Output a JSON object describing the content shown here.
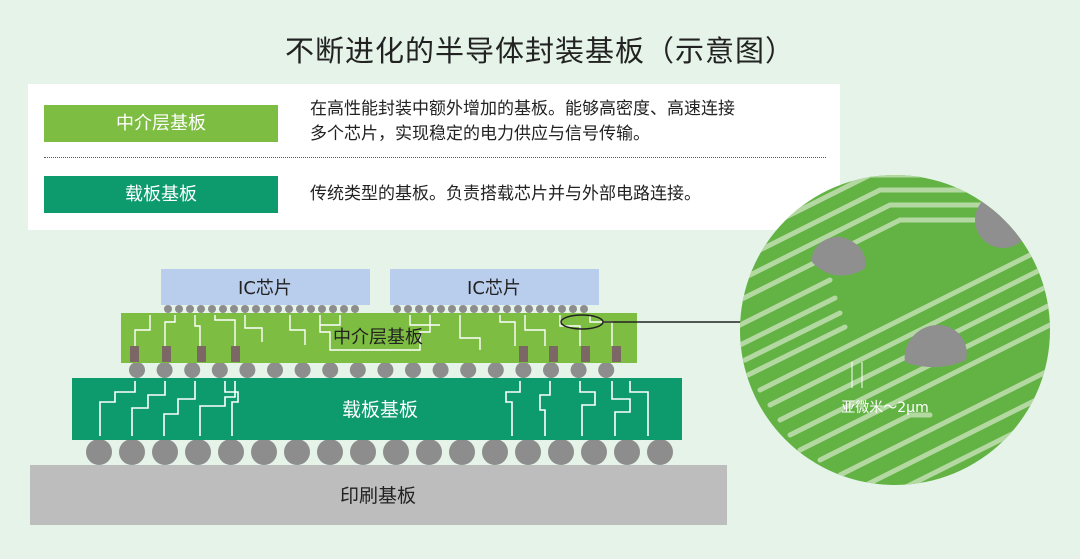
{
  "title": "不断进化的半导体封装基板（示意图）",
  "legend": [
    {
      "label": "中介层基板",
      "desc_line1": "在高性能封装中额外增加的基板。能够高密度、高速连接",
      "desc_line2": "多个芯片，实现稳定的电力供应与信号传输。",
      "color": "#7dbd41"
    },
    {
      "label": "载板基板",
      "desc_line1": "传统类型的基板。负责搭载芯片并与外部电路连接。",
      "desc_line2": "",
      "color": "#0d9a6c"
    }
  ],
  "diagram": {
    "chip_left_label": "IC芯片",
    "chip_right_label": "IC芯片",
    "interposer_label": "中介层基板",
    "carrier_label": "载板基板",
    "pcb_label": "印刷基板",
    "zoom_annotation": "亚微米～2μm"
  },
  "colors": {
    "interposer": "#7dbd41",
    "carrier": "#0d9a6c",
    "chip": "#b9cdec",
    "pcb": "#bdbdbd",
    "bump": "#8d8d8d",
    "zoom_fill": "#62b343"
  }
}
